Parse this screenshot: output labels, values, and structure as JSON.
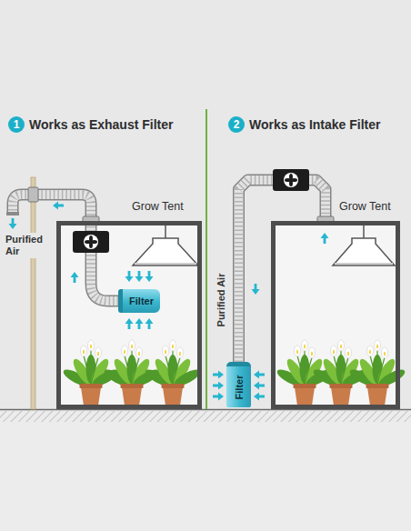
{
  "diagram": {
    "nodes": [
      {
        "text": [
          "Grow Tent"
        ]
      },
      {
        "text": [
          "Filter"
        ],
        "in": 0
      },
      {
        "text": [
          "Grow Tent"
        ]
      },
      {
        "text": [
          "Filter"
        ]
      }
    ],
    "edges": [
      {
        "from": 3,
        "to": 2,
        "arrow": "none"
      }
    ],
    "labels": [
      "1",
      "Works as Exhaust Filter",
      "2",
      "Works as Intake Filter",
      "Purified Air",
      "Purified Air"
    ]
  }
}
